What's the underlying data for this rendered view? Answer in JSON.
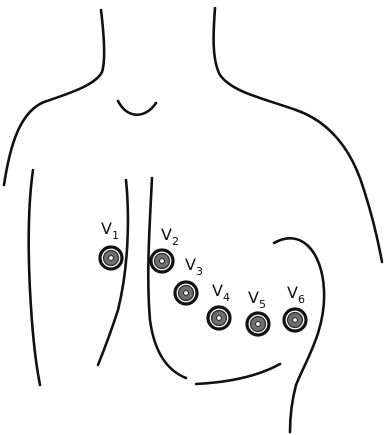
{
  "figure": {
    "lead_letter": "V",
    "leads": [
      {
        "name": "V1",
        "number": "1"
      },
      {
        "name": "V2",
        "number": "2"
      },
      {
        "name": "V3",
        "number": "3"
      },
      {
        "name": "V4",
        "number": "4"
      },
      {
        "name": "V5",
        "number": "5"
      },
      {
        "name": "V6",
        "number": "6"
      }
    ]
  }
}
